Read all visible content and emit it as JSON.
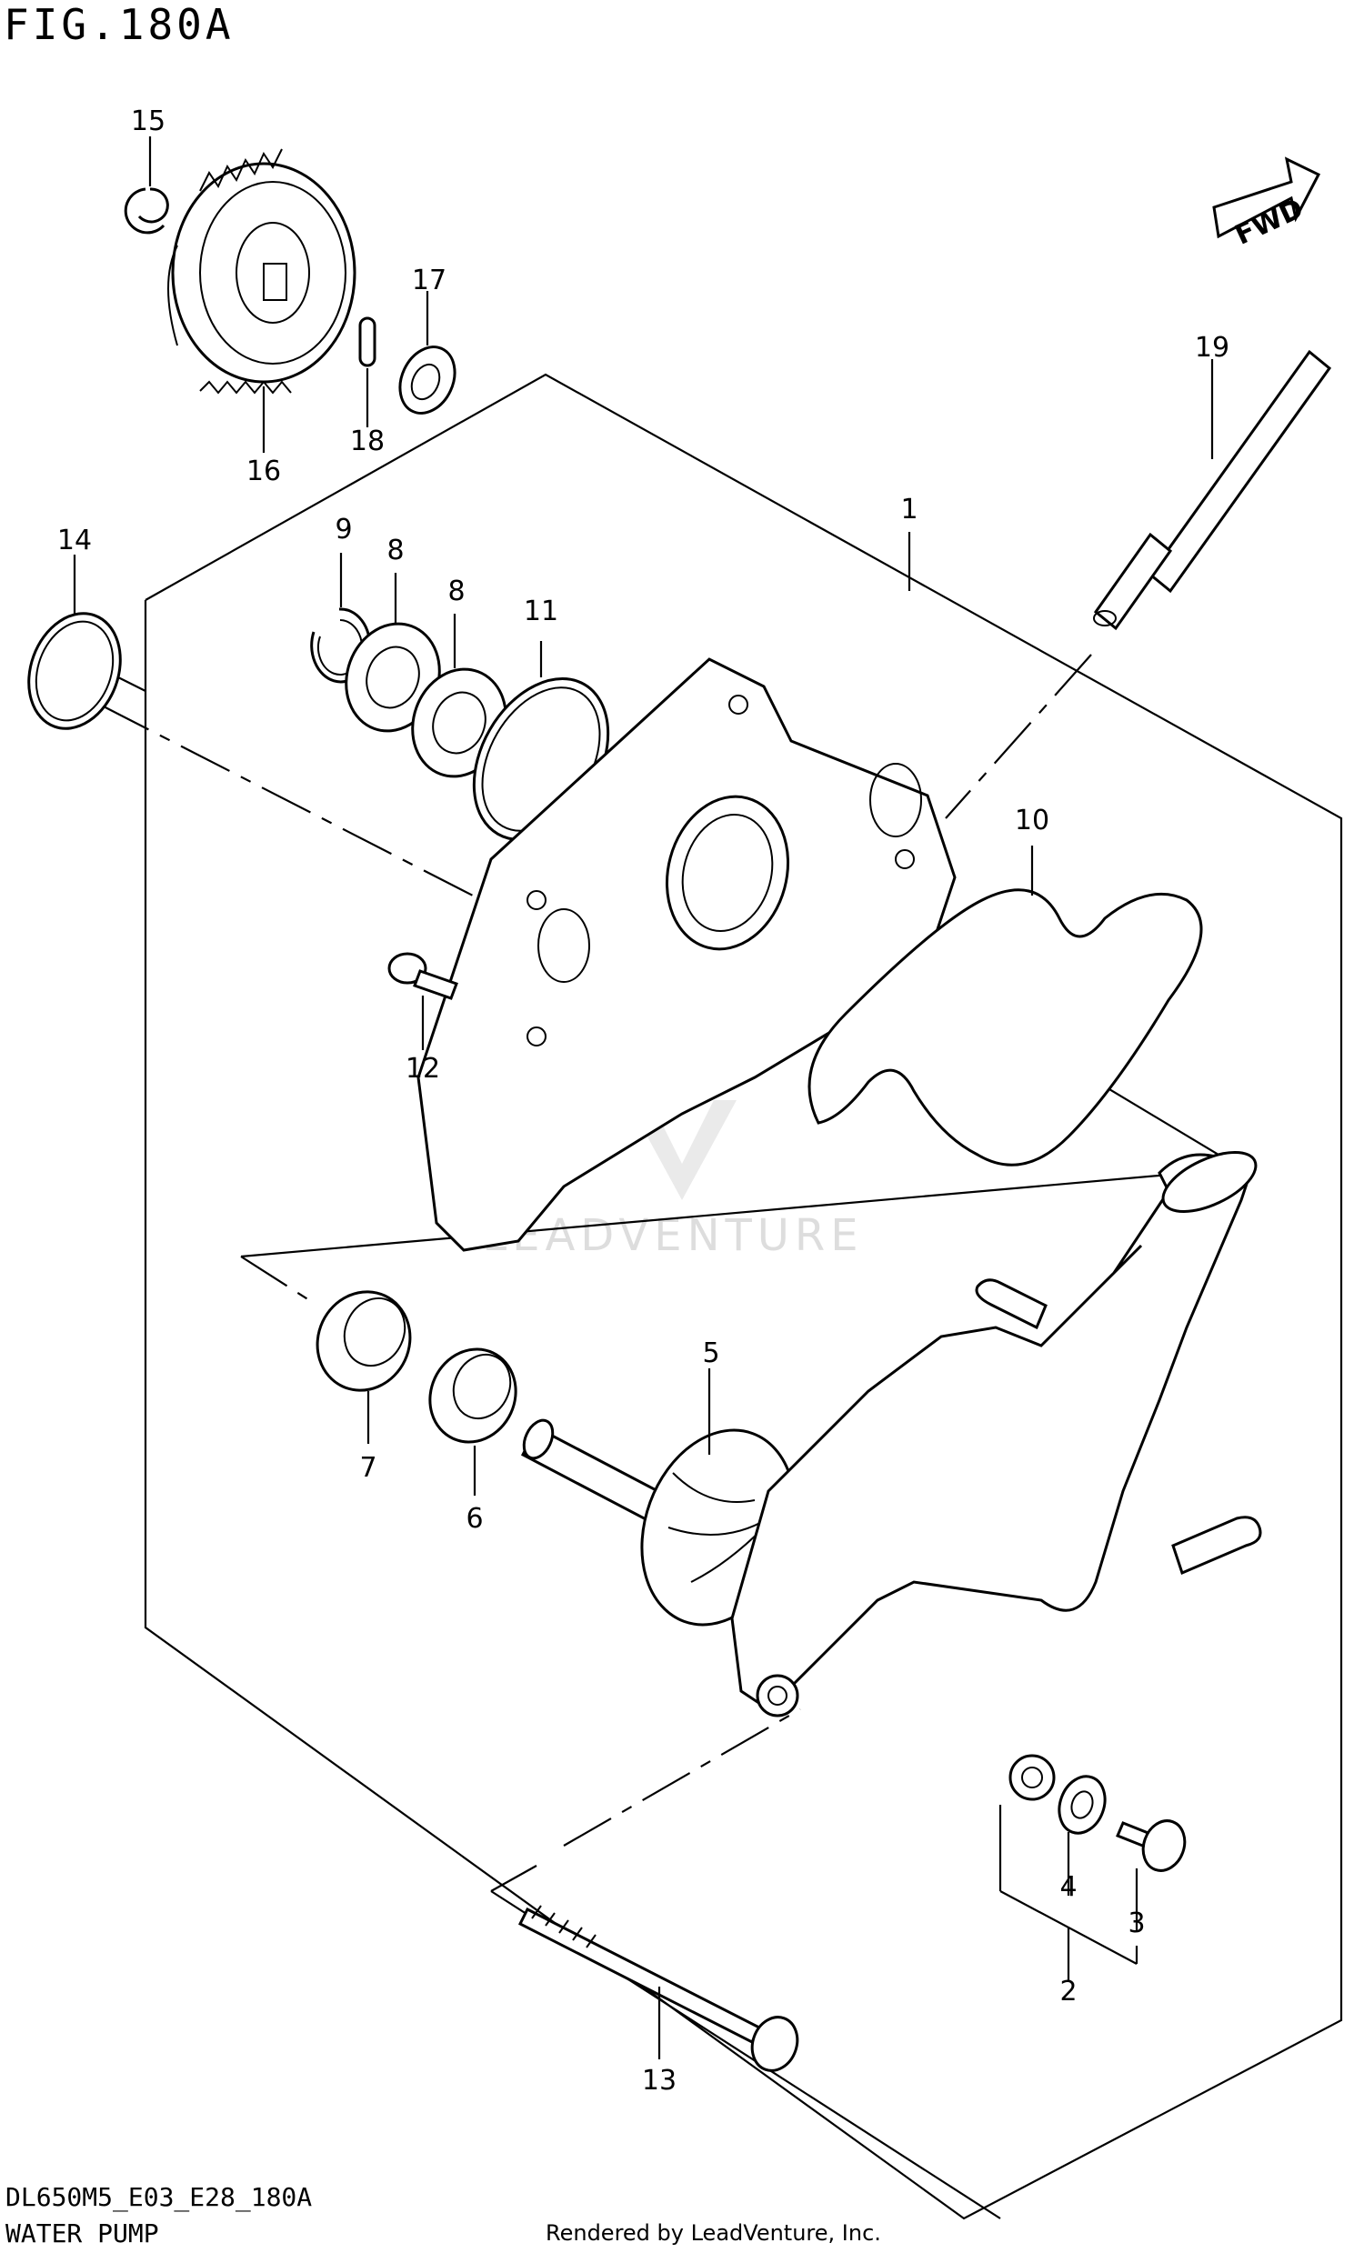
{
  "figure_title": "FIG.180A",
  "model_code": "DL650M5_E03_E28_180A",
  "section_name": "WATER PUMP",
  "footer_note": "Rendered by LeadVenture, Inc.",
  "watermark": "LEADVENTURE",
  "fwd_label": "FWD",
  "callouts": [
    "1",
    "2",
    "3",
    "4",
    "5",
    "6",
    "7",
    "8",
    "8",
    "9",
    "10",
    "11",
    "12",
    "13",
    "14",
    "15",
    "16",
    "17",
    "18",
    "19"
  ]
}
